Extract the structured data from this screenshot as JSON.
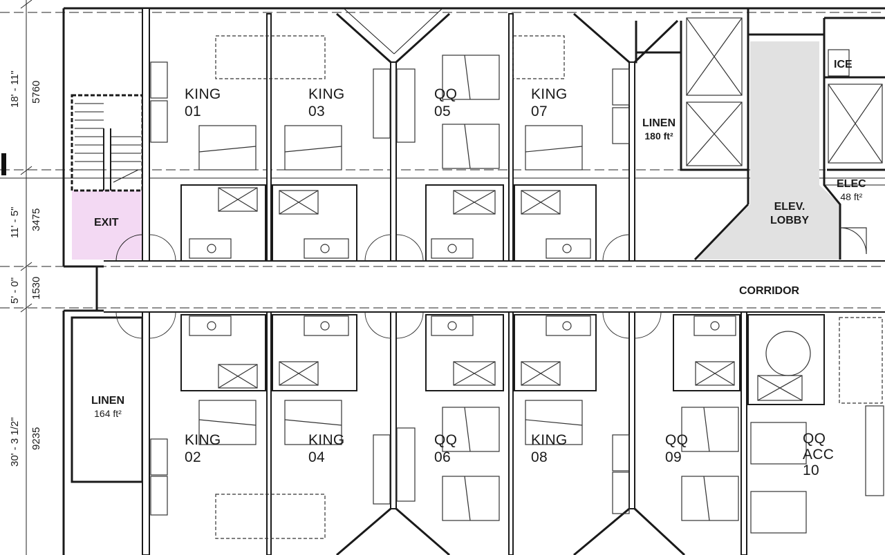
{
  "dimensions": {
    "top_imperial": "18' - 11\"",
    "top_metric": "5760",
    "mid_imperial": "11' - 5\"",
    "mid_metric": "3475",
    "corr_imperial": "5' - 0\"",
    "corr_metric": "1530",
    "bottom_imperial": "30' - 3 1/2\"",
    "bottom_metric": "9235"
  },
  "rooms": {
    "king01": {
      "type": "KING",
      "num": "01"
    },
    "king03": {
      "type": "KING",
      "num": "03"
    },
    "qq05": {
      "type": "QQ",
      "num": "05"
    },
    "king07": {
      "type": "KING",
      "num": "07"
    },
    "king02": {
      "type": "KING",
      "num": "02"
    },
    "king04": {
      "type": "KING",
      "num": "04"
    },
    "qq06": {
      "type": "QQ",
      "num": "06"
    },
    "king08": {
      "type": "KING",
      "num": "08"
    },
    "qq09": {
      "type": "QQ",
      "num": "09"
    },
    "qqacc10": {
      "type": "QQ",
      "type2": "ACC",
      "num": "10"
    }
  },
  "support": {
    "linen_top": {
      "name": "LINEN",
      "area": "180 ft²"
    },
    "linen_left": {
      "name": "LINEN",
      "area": "164 ft²"
    },
    "ice": "ICE",
    "elec": {
      "name": "ELEC",
      "area": "48 ft²"
    },
    "lobby": {
      "line1": "ELEV.",
      "line2": "LOBBY"
    },
    "exit": "EXIT",
    "corridor": "CORRIDOR"
  },
  "colors": {
    "wall": "#1a1a1a",
    "line": "#333333",
    "exit_fill": "#f3d9f3",
    "lobby_fill": "#e1e1e1"
  }
}
